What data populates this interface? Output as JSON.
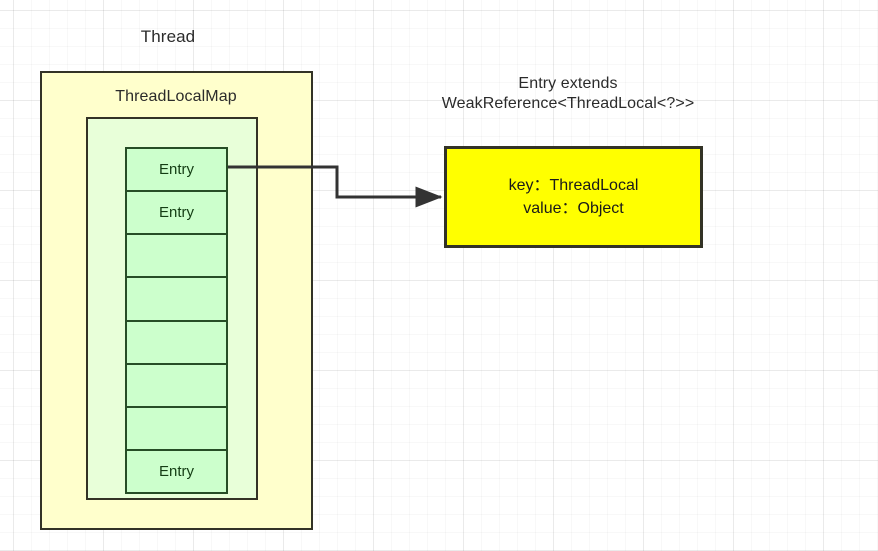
{
  "diagram": {
    "title_thread": "Thread",
    "title_map": "ThreadLocalMap",
    "entry_extends_line1": "Entry extends",
    "entry_extends_line2": "WeakReference<ThreadLocal<?>>",
    "entry_detail": {
      "key_line": "key：ThreadLocal",
      "value_line": "value：Object"
    },
    "entry_cells": [
      {
        "label": "Entry"
      },
      {
        "label": "Entry"
      },
      {
        "label": ""
      },
      {
        "label": ""
      },
      {
        "label": ""
      },
      {
        "label": ""
      },
      {
        "label": ""
      },
      {
        "label": "Entry"
      }
    ],
    "colors": {
      "thread_fill": "#ffffcc",
      "map_fill": "#e8ffd9",
      "entry_fill": "#ccffcc",
      "detail_fill": "#ffff00",
      "stroke": "#333326",
      "entry_stroke": "#264d26",
      "grid": "#e8e8e8",
      "text": "#2b2b2b"
    }
  }
}
